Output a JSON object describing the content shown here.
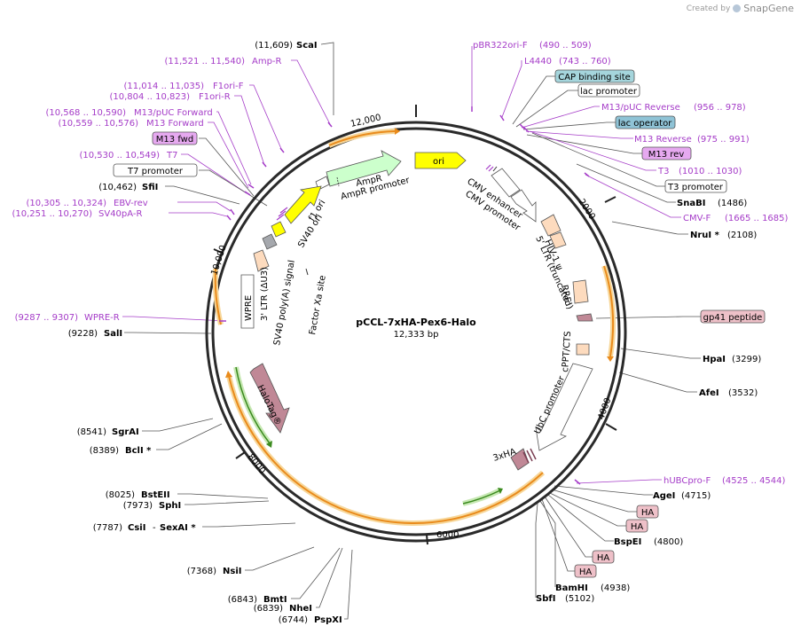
{
  "credit": {
    "created_by": "Created by",
    "brand": "SnapGene"
  },
  "plasmid": {
    "name": "pCCL-7xHA-Pex6-Halo",
    "size": "12,333 bp"
  },
  "ticks": [
    "12,000",
    "2000",
    "4000",
    "6000",
    "8000",
    "10,000"
  ],
  "labels": {
    "l01": {
      "num": "(11,609)",
      "name": "ScaI"
    },
    "l02": {
      "num": "(11,521 .. 11,540)",
      "name": "Amp-R"
    },
    "l03": {
      "num": "(11,014 .. 11,035)",
      "name": "F1ori-F"
    },
    "l04": {
      "num": "(10,804 .. 10,823)",
      "name": "F1ori-R"
    },
    "l05": {
      "num": "(10,568 .. 10,590)",
      "name": "M13/pUC Forward"
    },
    "l06": {
      "num": "(10,559 .. 10,576)",
      "name": "M13 Forward"
    },
    "l07": {
      "name": "M13 fwd"
    },
    "l08": {
      "num": "(10,530 .. 10,549)",
      "name": "T7"
    },
    "l09": {
      "name": "T7 promoter"
    },
    "l10": {
      "num": "(10,462)",
      "name": "SfiI"
    },
    "l11": {
      "num": "(10,305 .. 10,324)",
      "name": "EBV-rev"
    },
    "l12": {
      "num": "(10,251 .. 10,270)",
      "name": "SV40pA-R"
    },
    "l13": {
      "num": "(9287 .. 9307)",
      "name": "WPRE-R"
    },
    "l14": {
      "num": "(9228)",
      "name": "SalI"
    },
    "l15": {
      "num": "(8541)",
      "name": "SgrAI"
    },
    "l16": {
      "num": "(8389)",
      "name": "BclI *"
    },
    "l17": {
      "num": "(8025)",
      "name": "BstEII"
    },
    "l18": {
      "num": "(7973)",
      "name": "SphI"
    },
    "l19": {
      "num": "(7787)",
      "name": "CsiI",
      "name2": "SexAI *"
    },
    "l20": {
      "num": "(7368)",
      "name": "NsiI"
    },
    "l21": {
      "num": "(6843)",
      "name": "BmtI"
    },
    "l22": {
      "num": "(6839)",
      "name": "NheI"
    },
    "l23": {
      "num": "(6744)",
      "name": "PspXI"
    },
    "r01": {
      "name": "pBR322ori-F",
      "num": "(490 .. 509)"
    },
    "r02": {
      "name": "L4440",
      "num": "(743 .. 760)"
    },
    "r03": {
      "name": "CAP binding site"
    },
    "r04": {
      "name": "lac promoter"
    },
    "r05": {
      "name": "M13/pUC Reverse",
      "num": "(956 .. 978)"
    },
    "r06": {
      "name": "lac operator"
    },
    "r07": {
      "name": "M13 Reverse",
      "num": "(975 .. 991)"
    },
    "r08": {
      "name": "M13 rev"
    },
    "r09": {
      "name": "T3",
      "num": "(1010 .. 1030)"
    },
    "r10": {
      "name": "T3 promoter"
    },
    "r11": {
      "name": "SnaBI",
      "num": "(1486)"
    },
    "r12": {
      "name": "CMV-F",
      "num": "(1665 .. 1685)"
    },
    "r13": {
      "name": "NruI *",
      "num": "(2108)"
    },
    "r14": {
      "name": "gp41 peptide"
    },
    "r15": {
      "name": "HpaI",
      "num": "(3299)"
    },
    "r16": {
      "name": "AfeI",
      "num": "(3532)"
    },
    "r17": {
      "name": "hUBCpro-F",
      "num": "(4525 .. 4544)"
    },
    "r18": {
      "name": "AgeI",
      "num": "(4715)"
    },
    "r19": {
      "name": "HA"
    },
    "r20": {
      "name": "HA"
    },
    "r21": {
      "name": "BspEI",
      "num": "(4800)"
    },
    "r22": {
      "name": "HA"
    },
    "r23": {
      "name": "HA"
    },
    "r24": {
      "name": "BamHI",
      "num": "(4938)"
    },
    "r25": {
      "name": "SbfI",
      "num": "(5102)"
    }
  },
  "features": {
    "ori": "ori",
    "ampr": "AmpR",
    "ampr_promoter": "AmpR promoter",
    "f1_ori": "f1 ori",
    "sv40_ori": "SV40 ori",
    "cmv_enhancer": "CMV enhancer",
    "cmv_promoter": "CMV promoter",
    "hiv_psi": "HIV-1 ψ",
    "ltr5": "5' LTR (truncated)",
    "rre": "RRE",
    "cppt": "cPPT/CTS",
    "ubc_promoter": "UbC promoter",
    "ha3x": "3xHA",
    "halotag": "HaloTag®",
    "wpre": "WPRE",
    "ltr3": "3' LTR (ΔU3)",
    "sv40pa": "SV40 poly(A) signal",
    "factor_xa": "Factor Xa site"
  },
  "colors": {
    "primer": "#a53cc8",
    "orf_orange": "#e98b1c",
    "orf_green": "#64b43c",
    "ori_yellow": "#ffff00",
    "ampr_green": "#ccffcc",
    "halotag_mauve": "#c08896",
    "ltr_peach": "#fddbbe",
    "cap_box": "#a5d5dc",
    "lac_operator_box": "#8fc3d6",
    "m13_box": "#e6a9f0",
    "ha_box": "#eec0c8"
  }
}
